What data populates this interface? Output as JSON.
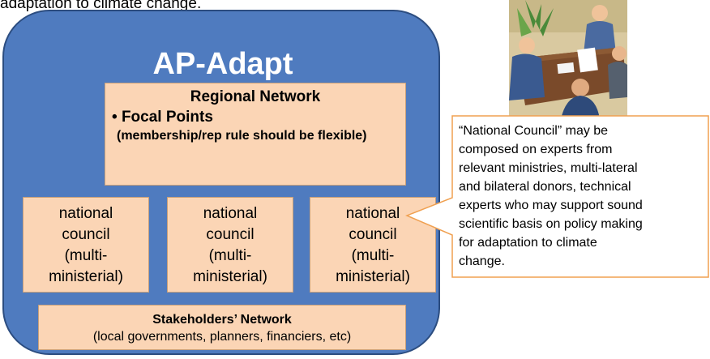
{
  "top_text": "adaptation to climate change.",
  "diagram": {
    "title": "AP-Adapt",
    "regional_network": {
      "title": "Regional Network",
      "bullet_marker": "•",
      "bullet": "Focal Points",
      "note": "(membership/rep rule should be flexible)"
    },
    "councils": [
      {
        "lines": [
          "national",
          "council",
          "(multi-",
          "ministerial)"
        ]
      },
      {
        "lines": [
          "national",
          "council",
          "(multi-",
          "ministerial)"
        ]
      },
      {
        "lines": [
          "national",
          "council",
          "(multi-",
          "ministerial)"
        ]
      }
    ],
    "stakeholders_network": {
      "title": "Stakeholders’ Network",
      "subtitle": "(local governments, planners, financiers, etc)"
    }
  },
  "callout": {
    "lines": [
      "“National Council” may be",
      "composed on experts from",
      "relevant ministries, multi-lateral",
      "and bilateral donors, technical",
      "experts who may support sound",
      "scientific basis on policy making",
      "for adaptation to climate",
      "change."
    ]
  },
  "image": {
    "icon": "meeting-clipart-icon"
  },
  "colors": {
    "container_fill": "#4f7bbf",
    "container_border": "#2c4d80",
    "box_fill": "#fbd5b5",
    "callout_border": "#f0a050"
  }
}
